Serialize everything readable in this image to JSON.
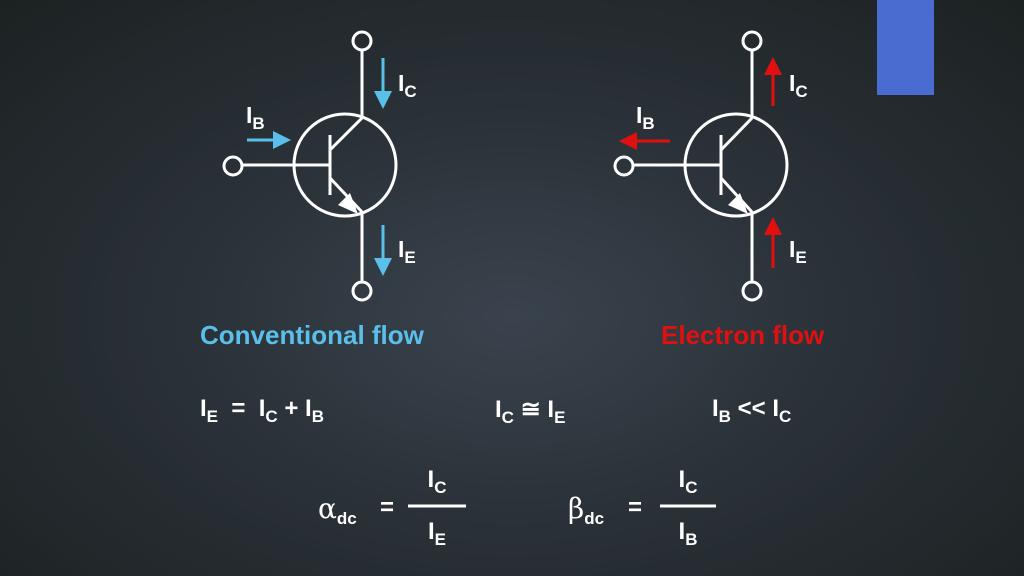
{
  "captions": {
    "conventional": "Conventional flow",
    "electron": "Electron flow"
  },
  "labels": {
    "current_symbol": "I",
    "collector_sub": "C",
    "base_sub": "B",
    "emitter_sub": "E"
  },
  "equations": {
    "current_sum": {
      "lhs_sub": "E",
      "equals": "=",
      "t1_sub": "C",
      "plus": "+",
      "t2_sub": "B"
    },
    "approx": {
      "a_sub": "C",
      "op": "≅",
      "b_sub": "E"
    },
    "much_less": {
      "a_sub": "B",
      "op": "<<",
      "b_sub": "C"
    },
    "alpha": {
      "symbol": "α",
      "sub": "dc",
      "equals": "=",
      "num_sub": "C",
      "den_sub": "E"
    },
    "beta": {
      "symbol": "β",
      "sub": "dc",
      "equals": "=",
      "num_sub": "C",
      "den_sub": "B"
    }
  },
  "colors": {
    "conventional_arrow": "#5ac0ea",
    "electron_arrow": "#e01010",
    "accent": "#4a6bd0",
    "line": "#ffffff"
  }
}
